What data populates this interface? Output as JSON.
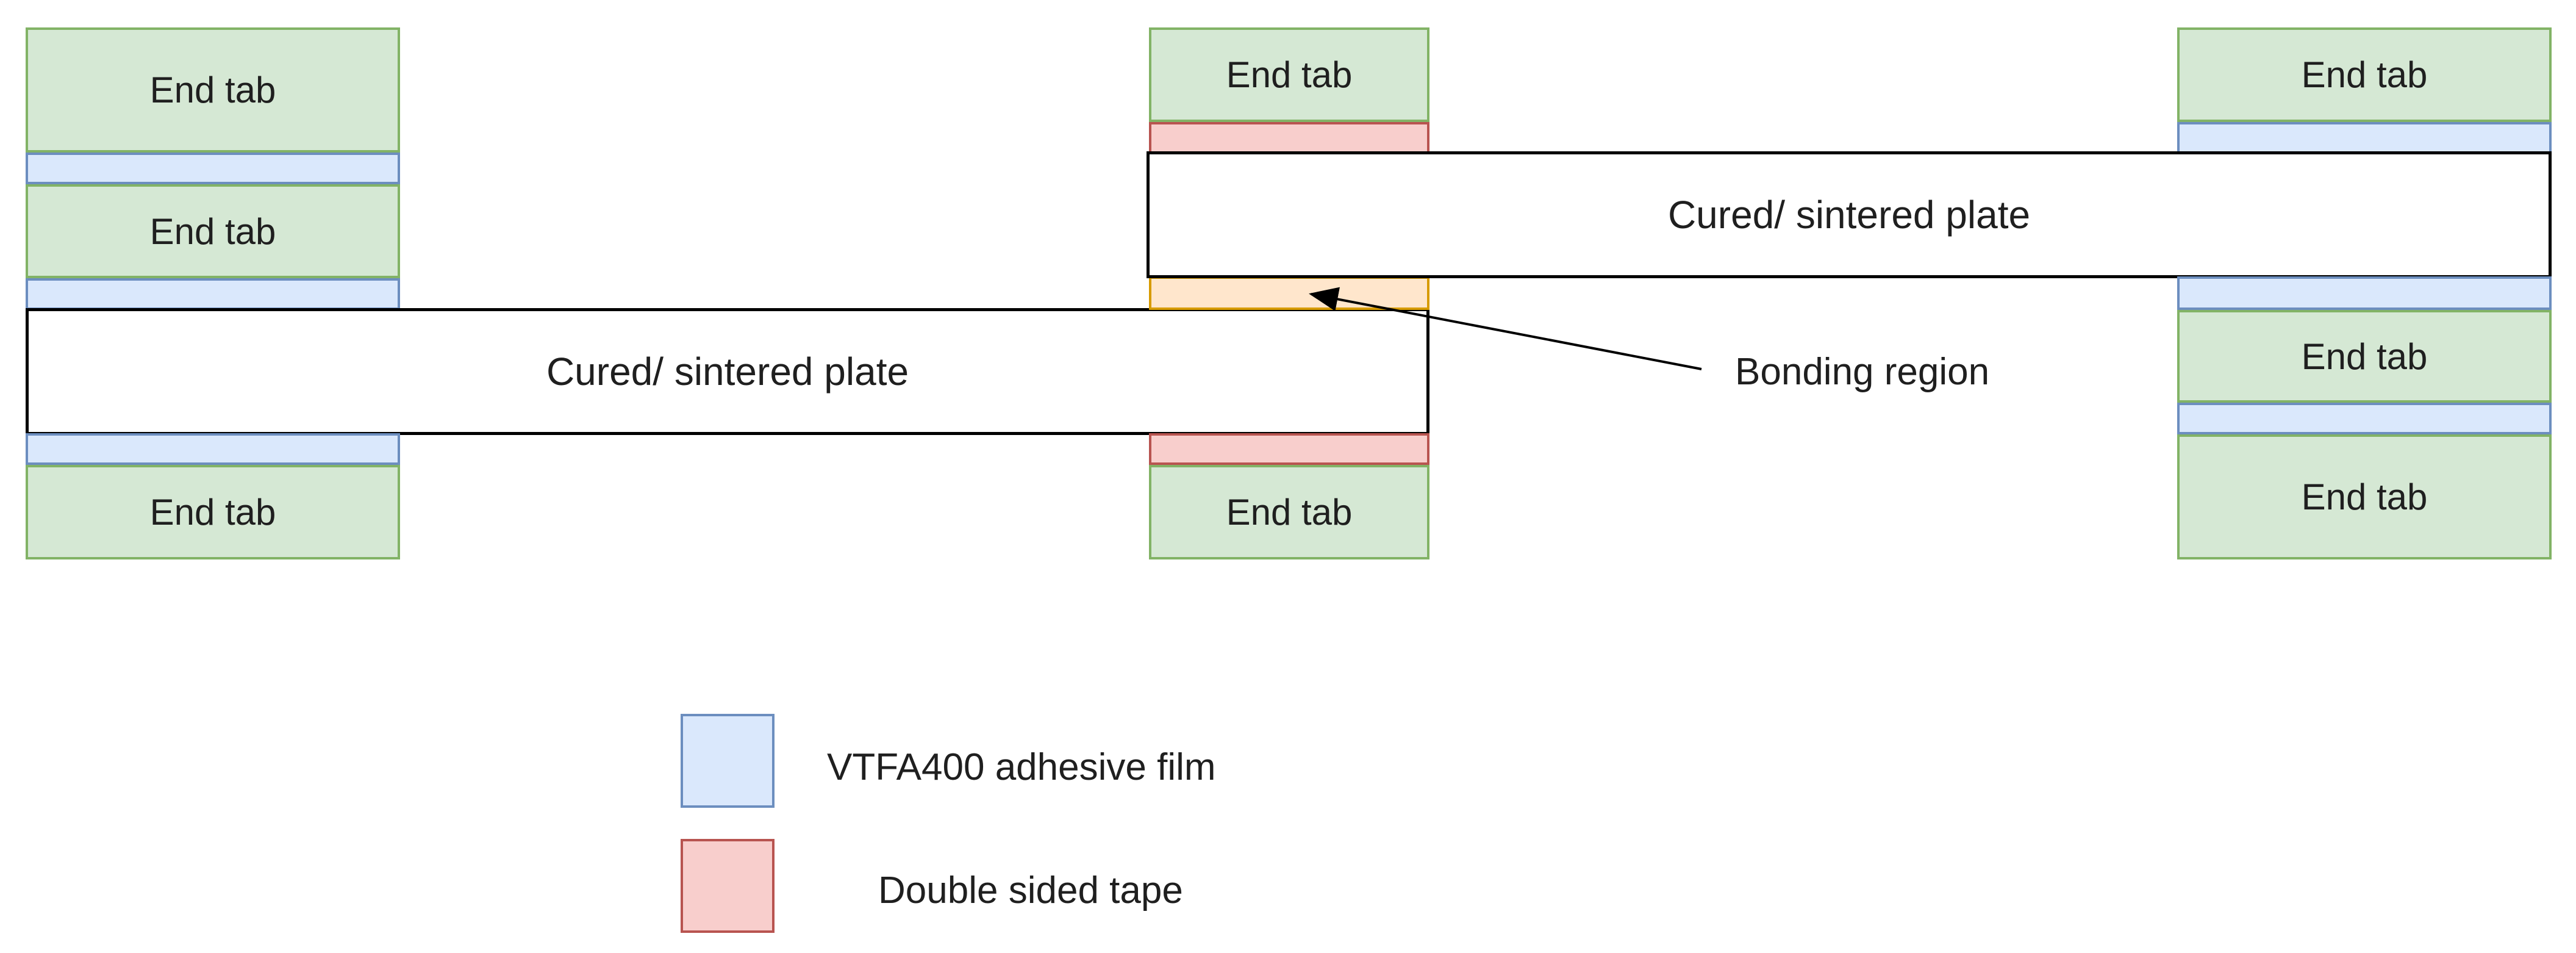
{
  "labels": {
    "end_tab": "End tab",
    "plate": "Cured/ sintered plate",
    "bonding_region": "Bonding region"
  },
  "legend": [
    {
      "text": "VTFA400 adhesive film",
      "fill": "#dae8fc",
      "stroke": "#6c8ebf"
    },
    {
      "text": "Double sided tape",
      "fill": "#f8cecc",
      "stroke": "#b85450"
    }
  ],
  "colors": {
    "end_tab_fill": "#d5e8d4",
    "end_tab_stroke": "#82b366",
    "adhesive_film_fill": "#dae8fc",
    "adhesive_film_stroke": "#6c8ebf",
    "tape_fill": "#f8cecc",
    "tape_stroke": "#b85450",
    "bonding_fill": "#ffe6cc",
    "bonding_stroke": "#d79b00"
  }
}
